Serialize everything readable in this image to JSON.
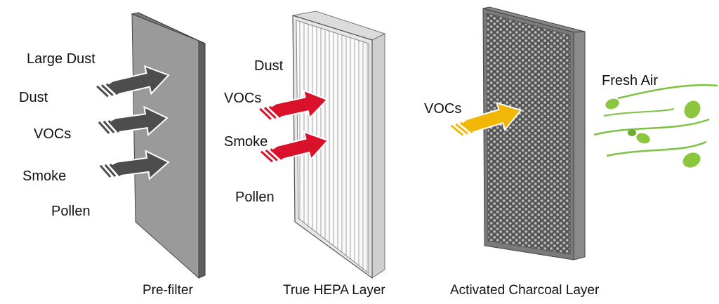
{
  "prefilter": {
    "caption": "Pre-filter",
    "labels": [
      "Large Dust",
      "Dust",
      "VOCs",
      "Smoke",
      "Pollen"
    ]
  },
  "hepa": {
    "caption": "True HEPA Layer",
    "labels": [
      "Dust",
      "VOCs",
      "Smoke",
      "Pollen"
    ]
  },
  "charcoal": {
    "caption": "Activated Charcoal Layer",
    "labels": [
      "VOCs"
    ]
  },
  "output": {
    "label": "Fresh Air"
  },
  "colors": {
    "gray_arrow": "#4d4d4d",
    "red_arrow": "#d9112a",
    "yellow_arrow": "#f2b705",
    "leaf_green": "#7cc242",
    "prefilter_face": "#9a9a9a",
    "charcoal_face": "#6e6e6e"
  }
}
